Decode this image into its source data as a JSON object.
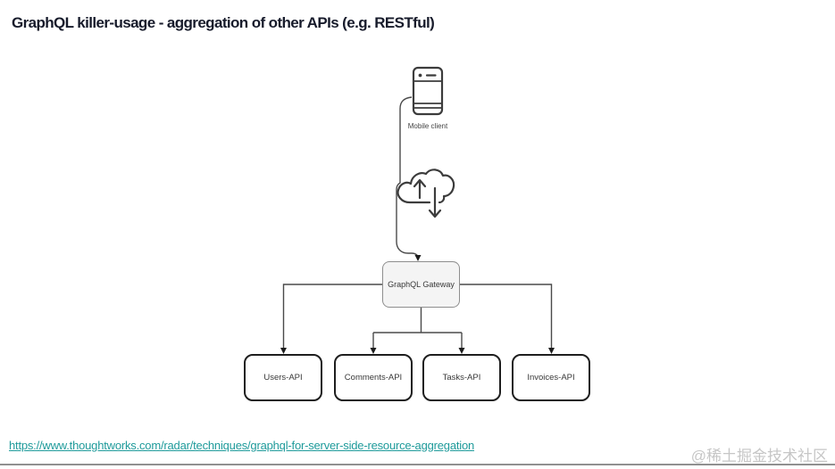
{
  "header": {
    "title": "GraphQL killer-usage - aggregation of other APIs (e.g. RESTful)"
  },
  "diagram": {
    "type": "flowchart",
    "icons": [
      "smartphone-icon",
      "cloud-sync-icon"
    ],
    "nodes": {
      "mobile_client": {
        "label": "Mobile client"
      },
      "gateway": {
        "label": "GraphQL Gateway"
      },
      "apis": [
        "Users-API",
        "Comments-API",
        "Tasks-API",
        "Invoices-API"
      ]
    },
    "edges": [
      {
        "from": "mobile_client",
        "to": "gateway",
        "via": "cloud"
      },
      {
        "from": "gateway",
        "to": "Users-API"
      },
      {
        "from": "gateway",
        "to": "Comments-API"
      },
      {
        "from": "gateway",
        "to": "Tasks-API"
      },
      {
        "from": "gateway",
        "to": "Invoices-API"
      }
    ]
  },
  "footer": {
    "link_text": "https://www.thoughtworks.com/radar/techniques/graphql-for-server-side-resource-aggregation",
    "link_href": "https://www.thoughtworks.com/radar/techniques/graphql-for-server-side-resource-aggregation",
    "watermark": "@稀土掘金技术社区"
  },
  "colors": {
    "title_text": "#171b2b",
    "link_text": "#1f9b9b",
    "watermark_text": "#c6c6c6",
    "diagram_stroke": "#4a4a4a",
    "icon_stroke": "#3c3c3c",
    "gateway_fill": "#f4f4f4",
    "gateway_border": "#8e8e8e",
    "api_box_border": "#1e1e1e",
    "bottom_rule": "#909090"
  }
}
